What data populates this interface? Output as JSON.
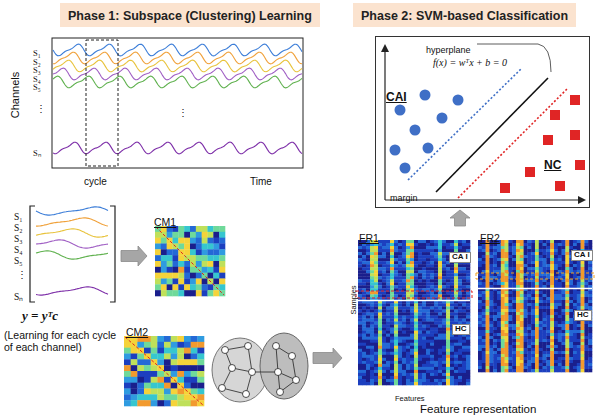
{
  "diagram": {
    "nodes": [
      {
        "text": [
          "Phase 1: Subspace (Clustering) Learning"
        ]
      },
      {
        "text": [
          "Phase 2: SVM-based Classification"
        ]
      },
      {
        "text": [
          "S₁",
          "S₂",
          "S₃",
          "S₄",
          "S₅",
          "⋮",
          "Sₙ"
        ]
      },
      {
        "text": [
          "CM1"
        ]
      },
      {
        "text": [
          "CM2"
        ]
      },
      {
        "text": [
          "hyperplane",
          "f(x) = wᵀx + b = 0",
          "CAI",
          "NC",
          "margin"
        ]
      },
      {
        "text": [
          "FR1"
        ]
      },
      {
        "text": [
          "FR2"
        ]
      }
    ],
    "edges": [
      {
        "from": 2,
        "to": 3,
        "arrow": "to"
      },
      {
        "from": 4,
        "to": 6,
        "arrow": "to"
      },
      {
        "from": 6,
        "to": 5,
        "arrow": "to"
      }
    ],
    "labels": [
      "Channels",
      "S₁",
      "S₂",
      "S₃",
      "S₄",
      "S₅",
      "⋮",
      "⋮",
      "Sₙ",
      "cycle",
      "Time",
      "y = yᵀc",
      "(Learning for each cycle of each channel)",
      "Samples",
      "Features",
      "CA I",
      "HC",
      "CA I",
      "HC",
      "Feature representation"
    ]
  }
}
